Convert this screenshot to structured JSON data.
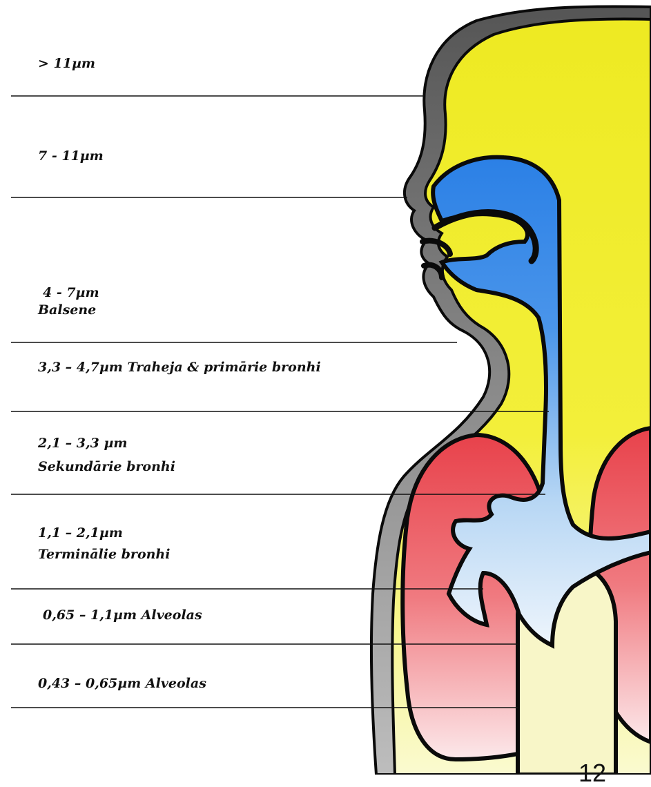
{
  "labels": {
    "band1": "> 11µm",
    "band2": "7 - 11µm",
    "band3_size": "4 - 7µm",
    "band3_name": "Balsene",
    "band4": "3,3 – 4,7µm  Traheja & primārie bronhi",
    "band5_size": "2,1 – 3,3 µm",
    "band5_name": "Sekundārie bronhi",
    "band6_size": "1,1 – 2,1µm",
    "band6_name": "Terminālie bronhi",
    "band7": "0,65 – 1,1µm  Alveolas",
    "band8": "0,43 – 0,65µm  Alveolas"
  },
  "page_number": "12",
  "colors": {
    "head": "#f0ec2a",
    "airway_blue": "#2f86e8",
    "airway_light": "#e8f2fb",
    "lung_red": "#ea4a52",
    "lung_pale": "#fbe6e8",
    "outline": "#0a0a0a",
    "skin_gray": "#707070"
  }
}
